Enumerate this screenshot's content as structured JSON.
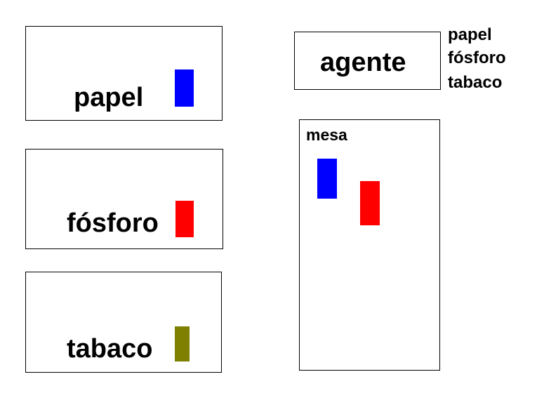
{
  "smokers": [
    {
      "label": "papel",
      "color": "#0000ff"
    },
    {
      "label": "fósforo",
      "color": "#ff0000"
    },
    {
      "label": "tabaco",
      "color": "#808000"
    }
  ],
  "agent": {
    "label": "agente",
    "items": [
      "papel",
      "fósforo",
      "tabaco"
    ]
  },
  "table": {
    "label": "mesa",
    "items": [
      {
        "color": "#0000ff"
      },
      {
        "color": "#ff0000"
      }
    ]
  }
}
